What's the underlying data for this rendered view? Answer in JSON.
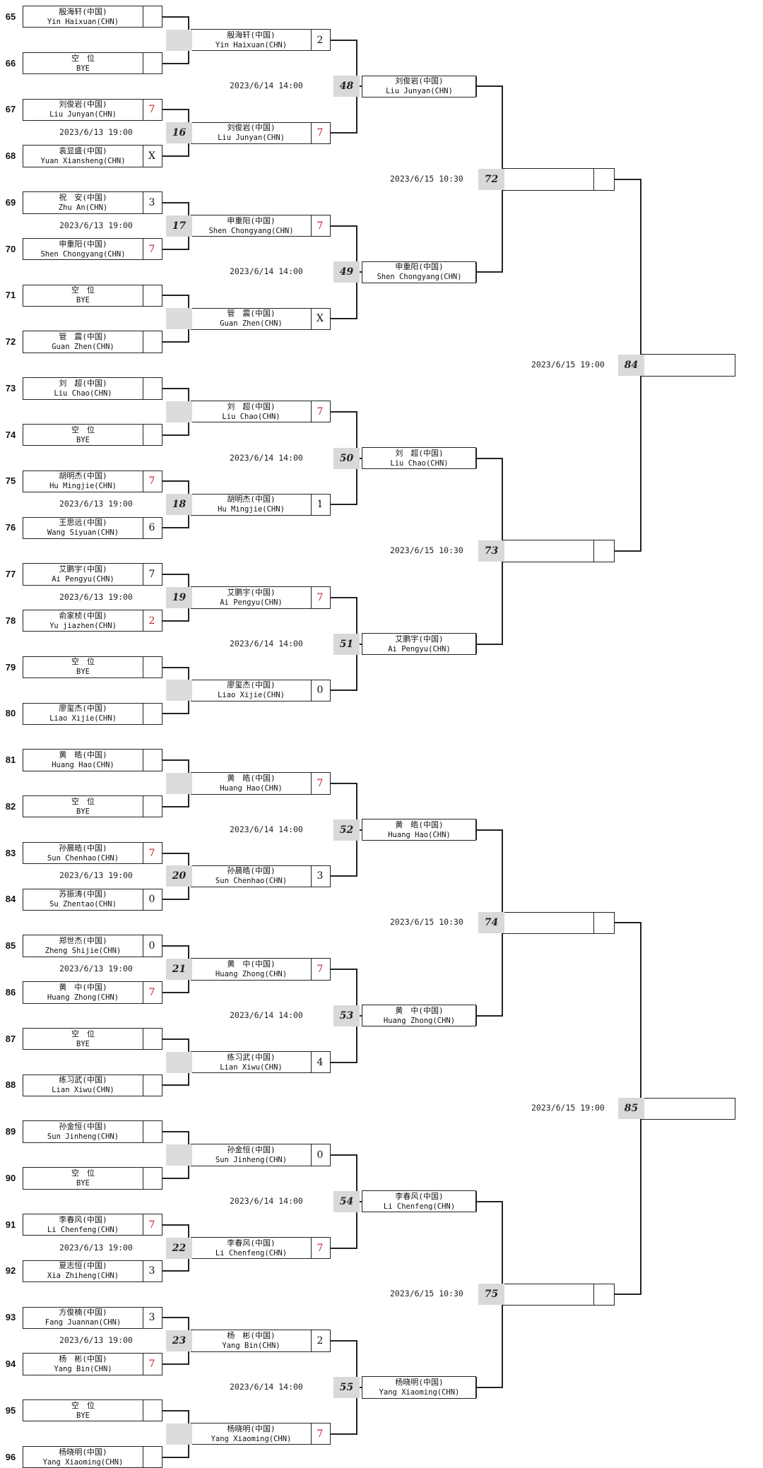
{
  "round1": [
    {
      "seed": "65",
      "cn": "殷海轩(中国)",
      "en": "Yin Haixuan(CHN)",
      "score": ""
    },
    {
      "seed": "66",
      "cn": "空　位",
      "en": "BYE",
      "score": ""
    },
    {
      "seed": "67",
      "cn": "刘俊岩(中国)",
      "en": "Liu Junyan(CHN)",
      "score": "7",
      "win": true
    },
    {
      "seed": "68",
      "cn": "袁显盛(中国)",
      "en": "Yuan Xiansheng(CHN)",
      "score": "X"
    },
    {
      "seed": "69",
      "cn": "祝　安(中国)",
      "en": "Zhu An(CHN)",
      "score": "3"
    },
    {
      "seed": "70",
      "cn": "申重阳(中国)",
      "en": "Shen Chongyang(CHN)",
      "score": "7",
      "win": true
    },
    {
      "seed": "71",
      "cn": "空　位",
      "en": "BYE",
      "score": ""
    },
    {
      "seed": "72",
      "cn": "管　震(中国)",
      "en": "Guan Zhen(CHN)",
      "score": ""
    },
    {
      "seed": "73",
      "cn": "刘　超(中国)",
      "en": "Liu Chao(CHN)",
      "score": ""
    },
    {
      "seed": "74",
      "cn": "空　位",
      "en": "BYE",
      "score": ""
    },
    {
      "seed": "75",
      "cn": "胡明杰(中国)",
      "en": "Hu Mingjie(CHN)",
      "score": "7",
      "win": true
    },
    {
      "seed": "76",
      "cn": "王思远(中国)",
      "en": "Wang Siyuan(CHN)",
      "score": "6"
    },
    {
      "seed": "77",
      "cn": "艾鹏宇(中国)",
      "en": "Ai Pengyu(CHN)",
      "score": "7"
    },
    {
      "seed": "78",
      "cn": "俞家桢(中国)",
      "en": "Yu jiazhen(CHN)",
      "score": "2",
      "win": true
    },
    {
      "seed": "79",
      "cn": "空　位",
      "en": "BYE",
      "score": ""
    },
    {
      "seed": "80",
      "cn": "廖玺杰(中国)",
      "en": "Liao Xijie(CHN)",
      "score": ""
    },
    {
      "seed": "81",
      "cn": "黄　皓(中国)",
      "en": "Huang Hao(CHN)",
      "score": ""
    },
    {
      "seed": "82",
      "cn": "空　位",
      "en": "BYE",
      "score": ""
    },
    {
      "seed": "83",
      "cn": "孙晨皓(中国)",
      "en": "Sun Chenhao(CHN)",
      "score": "7",
      "win": true
    },
    {
      "seed": "84",
      "cn": "苏振涛(中国)",
      "en": "Su Zhentao(CHN)",
      "score": "0"
    },
    {
      "seed": "85",
      "cn": "郑世杰(中国)",
      "en": "Zheng Shijie(CHN)",
      "score": "0"
    },
    {
      "seed": "86",
      "cn": "黄　中(中国)",
      "en": "Huang Zhong(CHN)",
      "score": "7",
      "win": true
    },
    {
      "seed": "87",
      "cn": "空　位",
      "en": "BYE",
      "score": ""
    },
    {
      "seed": "88",
      "cn": "练习武(中国)",
      "en": "Lian Xiwu(CHN)",
      "score": ""
    },
    {
      "seed": "89",
      "cn": "孙金恒(中国)",
      "en": "Sun Jinheng(CHN)",
      "score": ""
    },
    {
      "seed": "90",
      "cn": "空　位",
      "en": "BYE",
      "score": ""
    },
    {
      "seed": "91",
      "cn": "李春风(中国)",
      "en": "Li Chenfeng(CHN)",
      "score": "7",
      "win": true
    },
    {
      "seed": "92",
      "cn": "夏志恒(中国)",
      "en": "Xia Zhiheng(CHN)",
      "score": "3"
    },
    {
      "seed": "93",
      "cn": "方俊楠(中国)",
      "en": "Fang Juannan(CHN)",
      "score": "3"
    },
    {
      "seed": "94",
      "cn": "杨　彬(中国)",
      "en": "Yang Bin(CHN)",
      "score": "7",
      "win": true
    },
    {
      "seed": "95",
      "cn": "空　位",
      "en": "BYE",
      "score": ""
    },
    {
      "seed": "96",
      "cn": "杨晓明(中国)",
      "en": "Yang Xiaoming(CHN)",
      "score": ""
    }
  ],
  "round1_matches": [
    {
      "num": "",
      "time": ""
    },
    {
      "num": "16",
      "time": "2023/6/13 19:00"
    },
    {
      "num": "17",
      "time": "2023/6/13 19:00"
    },
    {
      "num": "",
      "time": ""
    },
    {
      "num": "",
      "time": ""
    },
    {
      "num": "18",
      "time": "2023/6/13 19:00"
    },
    {
      "num": "19",
      "time": "2023/6/13 19:00"
    },
    {
      "num": "",
      "time": ""
    },
    {
      "num": "",
      "time": ""
    },
    {
      "num": "20",
      "time": "2023/6/13 19:00"
    },
    {
      "num": "21",
      "time": "2023/6/13 19:00"
    },
    {
      "num": "",
      "time": ""
    },
    {
      "num": "",
      "time": ""
    },
    {
      "num": "22",
      "time": "2023/6/13 19:00"
    },
    {
      "num": "23",
      "time": "2023/6/13 19:00"
    },
    {
      "num": "",
      "time": ""
    }
  ],
  "round2": [
    {
      "cn": "殷海轩(中国)",
      "en": "Yin Haixuan(CHN)",
      "score": "2"
    },
    {
      "cn": "刘俊岩(中国)",
      "en": "Liu Junyan(CHN)",
      "score": "7",
      "win": true
    },
    {
      "cn": "申重阳(中国)",
      "en": "Shen Chongyang(CHN)",
      "score": "7",
      "win": true
    },
    {
      "cn": "管　震(中国)",
      "en": "Guan Zhen(CHN)",
      "score": "X"
    },
    {
      "cn": "刘　超(中国)",
      "en": "Liu Chao(CHN)",
      "score": "7",
      "win": true
    },
    {
      "cn": "胡明杰(中国)",
      "en": "Hu Mingjie(CHN)",
      "score": "1"
    },
    {
      "cn": "艾鹏宇(中国)",
      "en": "Ai Pengyu(CHN)",
      "score": "7",
      "win": true
    },
    {
      "cn": "廖玺杰(中国)",
      "en": "Liao Xijie(CHN)",
      "score": "0"
    },
    {
      "cn": "黄　皓(中国)",
      "en": "Huang Hao(CHN)",
      "score": "7",
      "win": true
    },
    {
      "cn": "孙晨皓(中国)",
      "en": "Sun Chenhao(CHN)",
      "score": "3"
    },
    {
      "cn": "黄　中(中国)",
      "en": "Huang Zhong(CHN)",
      "score": "7",
      "win": true
    },
    {
      "cn": "练习武(中国)",
      "en": "Lian Xiwu(CHN)",
      "score": "4"
    },
    {
      "cn": "孙金恒(中国)",
      "en": "Sun Jinheng(CHN)",
      "score": "0"
    },
    {
      "cn": "李春风(中国)",
      "en": "Li Chenfeng(CHN)",
      "score": "7",
      "win": true
    },
    {
      "cn": "杨　彬(中国)",
      "en": "Yang Bin(CHN)",
      "score": "2"
    },
    {
      "cn": "杨晓明(中国)",
      "en": "Yang Xiaoming(CHN)",
      "score": "7",
      "win": true
    }
  ],
  "round2_matches": [
    {
      "num": "48",
      "time": "2023/6/14 14:00"
    },
    {
      "num": "49",
      "time": "2023/6/14 14:00"
    },
    {
      "num": "50",
      "time": "2023/6/14 14:00"
    },
    {
      "num": "51",
      "time": "2023/6/14 14:00"
    },
    {
      "num": "52",
      "time": "2023/6/14 14:00"
    },
    {
      "num": "53",
      "time": "2023/6/14 14:00"
    },
    {
      "num": "54",
      "time": "2023/6/14 14:00"
    },
    {
      "num": "55",
      "time": "2023/6/14 14:00"
    }
  ],
  "round3": [
    {
      "cn": "刘俊岩(中国)",
      "en": "Liu Junyan(CHN)",
      "score": ""
    },
    {
      "cn": "申重阳(中国)",
      "en": "Shen Chongyang(CHN)",
      "score": ""
    },
    {
      "cn": "刘　超(中国)",
      "en": "Liu Chao(CHN)",
      "score": ""
    },
    {
      "cn": "艾鹏宇(中国)",
      "en": "Ai Pengyu(CHN)",
      "score": ""
    },
    {
      "cn": "黄　皓(中国)",
      "en": "Huang Hao(CHN)",
      "score": ""
    },
    {
      "cn": "黄　中(中国)",
      "en": "Huang Zhong(CHN)",
      "score": ""
    },
    {
      "cn": "李春风(中国)",
      "en": "Li Chenfeng(CHN)",
      "score": ""
    },
    {
      "cn": "杨晓明(中国)",
      "en": "Yang Xiaoming(CHN)",
      "score": ""
    }
  ],
  "round3_matches": [
    {
      "num": "72",
      "time": "2023/6/15 10:30"
    },
    {
      "num": "73",
      "time": "2023/6/15 10:30"
    },
    {
      "num": "74",
      "time": "2023/6/15 10:30"
    },
    {
      "num": "75",
      "time": "2023/6/15 10:30"
    }
  ],
  "round4": [
    {
      "cn": "",
      "en": "",
      "score": ""
    },
    {
      "cn": "",
      "en": "",
      "score": ""
    },
    {
      "cn": "",
      "en": "",
      "score": ""
    },
    {
      "cn": "",
      "en": "",
      "score": ""
    }
  ],
  "round4_matches": [
    {
      "num": "84",
      "time": "2023/6/15 19:00"
    },
    {
      "num": "85",
      "time": "2023/6/15 19:00"
    }
  ],
  "round5": [
    {
      "cn": "",
      "en": ""
    },
    {
      "cn": "",
      "en": ""
    }
  ],
  "colors": {
    "win_score": "#c0212b",
    "match_box": "#d9d9d9",
    "line": "#222222"
  }
}
